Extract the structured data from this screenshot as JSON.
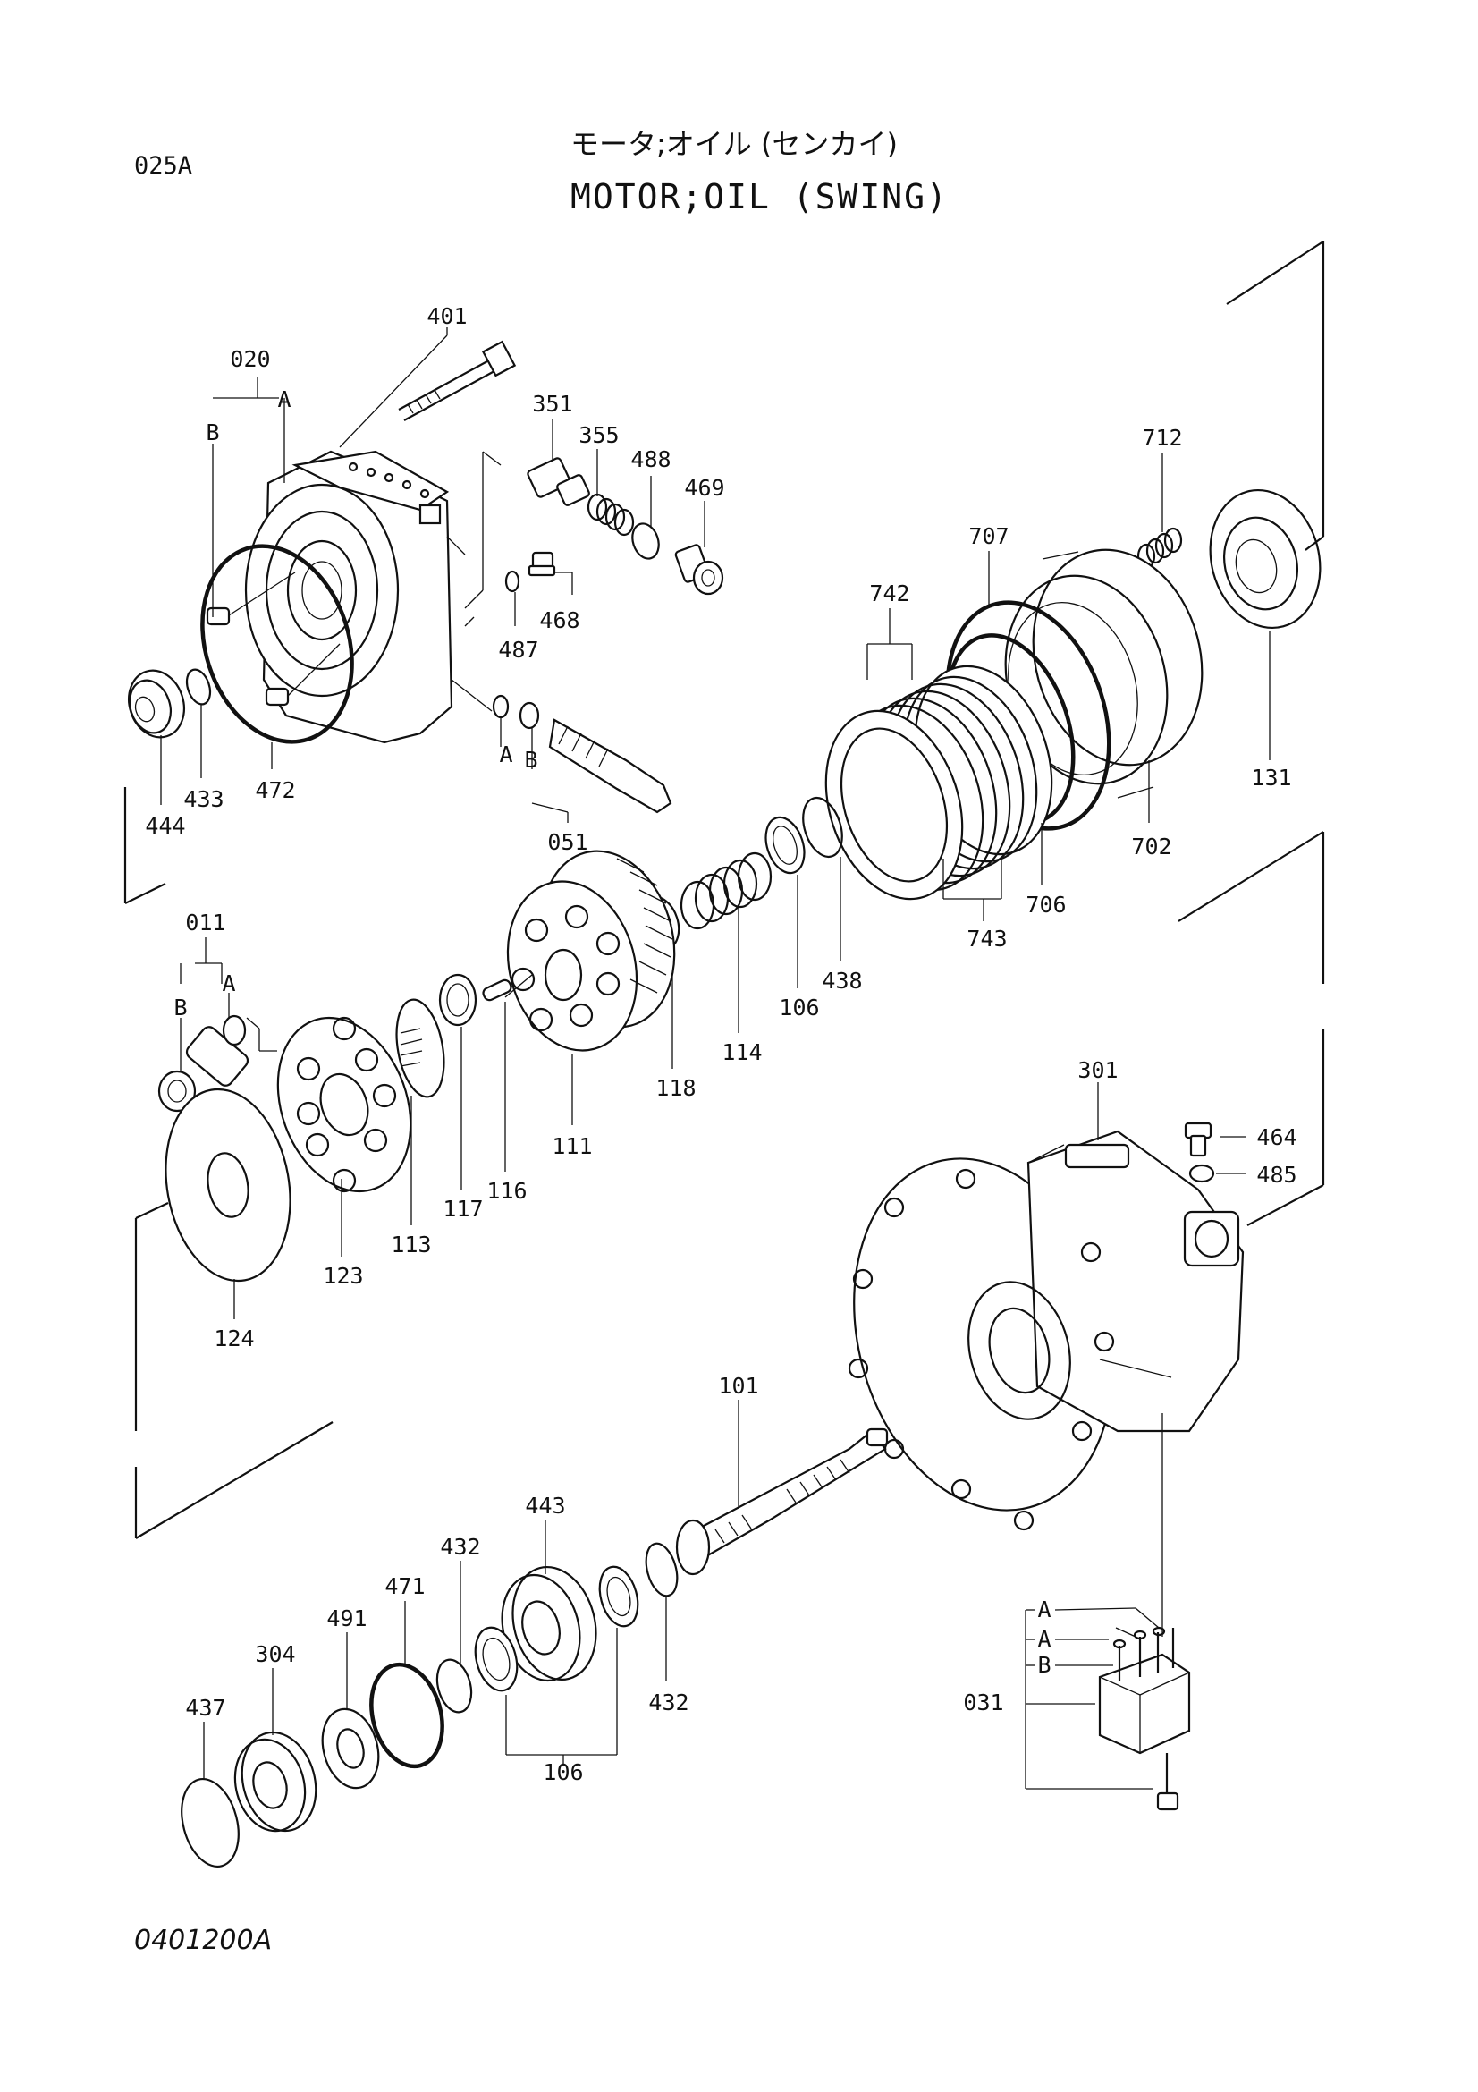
{
  "header": {
    "doc_code": "025A",
    "title_jp": "モータ;オイル (センカイ)",
    "title_en": "MOTOR;OIL (SWING)"
  },
  "footer": {
    "drawing_no": "0401200A"
  },
  "callouts": {
    "p401": "401",
    "p020": "020",
    "p020_a": "A",
    "p020_b": "B",
    "p351": "351",
    "p355": "355",
    "p488": "488",
    "p469": "469",
    "p468": "468",
    "p487": "487",
    "p472": "472",
    "p433": "433",
    "p444": "444",
    "p051": "051",
    "p051_a": "A",
    "p051_b": "B",
    "p712": "712",
    "p707": "707",
    "p742": "742",
    "p131": "131",
    "p702": "702",
    "p706": "706",
    "p743": "743",
    "p438": "438",
    "p106a": "106",
    "p114": "114",
    "p118": "118",
    "p011": "011",
    "p011_a": "A",
    "p011_b": "B",
    "p111": "111",
    "p116": "116",
    "p117": "117",
    "p113": "113",
    "p123": "123",
    "p124": "124",
    "p301": "301",
    "p464": "464",
    "p485": "485",
    "p101": "101",
    "p443": "443",
    "p432a": "432",
    "p432b": "432",
    "p471": "471",
    "p491": "491",
    "p304": "304",
    "p437": "437",
    "p106b": "106",
    "p031": "031",
    "p031_a1": "A",
    "p031_a2": "A",
    "p031_b": "B"
  }
}
